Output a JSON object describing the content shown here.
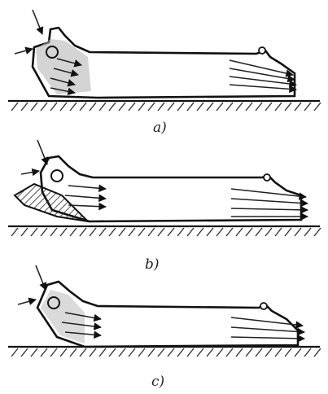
{
  "figure": {
    "panels": [
      {
        "id": "a",
        "label": "a)"
      },
      {
        "id": "b",
        "label": "b)"
      },
      {
        "id": "c",
        "label": "c)"
      }
    ]
  },
  "colors": {
    "ink": "#111111",
    "paper": "#ffffff",
    "shade": "#9a9a9a"
  }
}
